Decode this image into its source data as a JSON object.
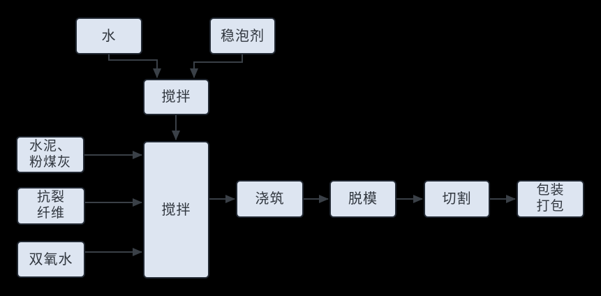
{
  "diagram": {
    "colors": {
      "background": "#000000",
      "node-fill": "#dde5f1",
      "node-border": "#222933",
      "arrow": "#3a4047",
      "text": "#31373f"
    },
    "nodes": {
      "water": {
        "label": "水"
      },
      "foam_stabilizer": {
        "label": "稳泡剂"
      },
      "premix": {
        "label": "搅拌"
      },
      "cement_flyash": {
        "label": "水泥、\n粉煤灰"
      },
      "anticrack_fiber": {
        "label": "抗裂\n纤维"
      },
      "hydrogen_peroxide": {
        "label": "双氧水"
      },
      "main_mix": {
        "label": "搅拌"
      },
      "pouring": {
        "label": "浇筑"
      },
      "demolding": {
        "label": "脱模"
      },
      "cutting": {
        "label": "切割"
      },
      "packaging": {
        "label": "包装\n打包"
      }
    }
  }
}
